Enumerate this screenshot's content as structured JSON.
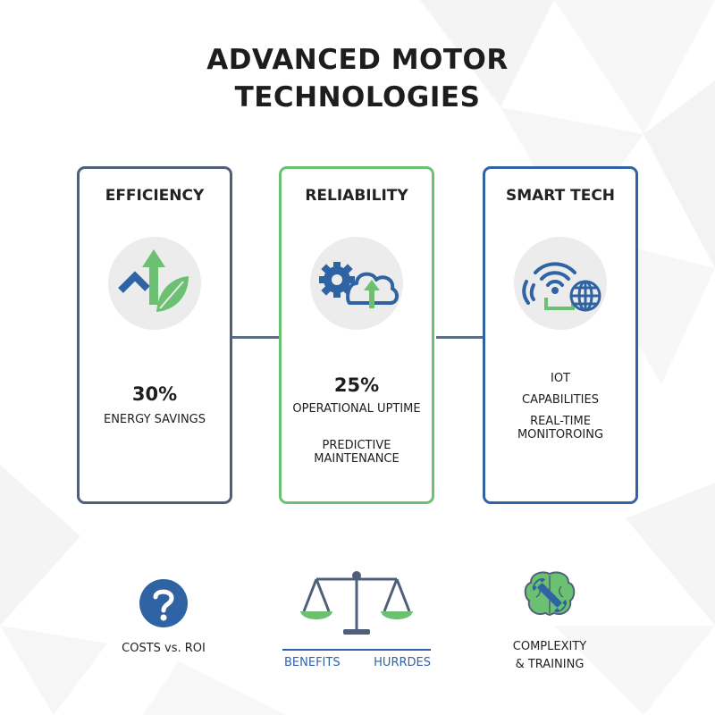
{
  "title": {
    "line1": "ADVANCED MOTOR",
    "line2": "TECHNOLOGIES"
  },
  "colors": {
    "efficiency_border": "#4f5f79",
    "reliability_border": "#6cc071",
    "smart_border": "#2f63a3",
    "accent_green": "#6cc071",
    "accent_blue": "#2f63a3"
  },
  "cards": [
    {
      "title": "EFFICIENCY",
      "icon": "growth-arrow-leaf-icon",
      "stat": "30%",
      "lines": [
        "ENERGY SAVINGS"
      ]
    },
    {
      "title": "RELIABILITY",
      "icon": "gear-cloud-upload-icon",
      "stat": "25%",
      "lines": [
        "OPERATIONAL UPTIME",
        "PREDICTIVE MAINTENANCE"
      ]
    },
    {
      "title": "SMART TECH",
      "icon": "wifi-globe-network-icon",
      "lines": [
        "IOT",
        "CAPABILITIES",
        "REAL-TIME MONITOROING"
      ]
    }
  ],
  "bottom": {
    "costs": {
      "icon": "question-mark-icon",
      "label": "COSTS vs. ROI"
    },
    "balance": {
      "icon": "balance-scale-icon",
      "left_label": "BENEFITS",
      "right_label": "HURRDES"
    },
    "complexity": {
      "icon": "brain-wrench-icon",
      "line1": "COMPLEXITY",
      "line2": "& TRAINING"
    }
  }
}
